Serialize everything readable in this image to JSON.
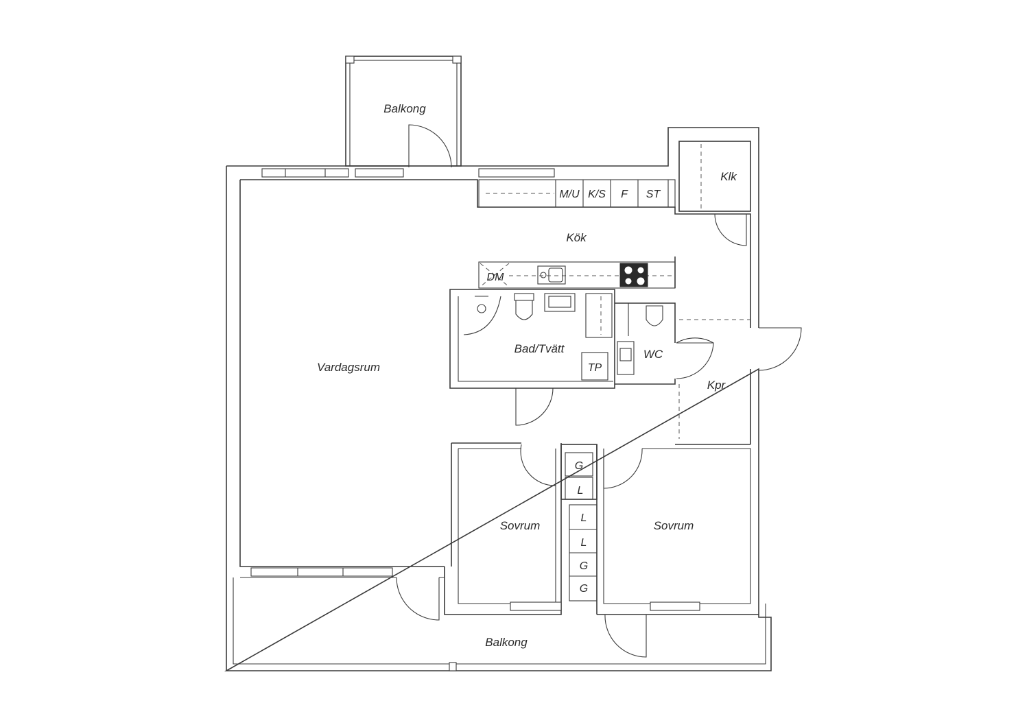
{
  "rooms": {
    "balkong_top": "Balkong",
    "klk": "Klk",
    "kok": "Kök",
    "vardagsrum": "Vardagsrum",
    "bad_tvatt": "Bad/Tvätt",
    "wc": "WC",
    "kpr": "Kpr",
    "sovrum_left": "Sovrum",
    "sovrum_right": "Sovrum",
    "balkong_bottom": "Balkong"
  },
  "fixtures": {
    "mu_ks": "M/U",
    "ks": "K/S",
    "f": "F",
    "st": "ST",
    "dm": "DM",
    "tp": "TP"
  },
  "closets": [
    "G",
    "L",
    "L",
    "L",
    "G",
    "G"
  ],
  "colors": {
    "line": "#3a3a3a",
    "background": "#ffffff"
  }
}
